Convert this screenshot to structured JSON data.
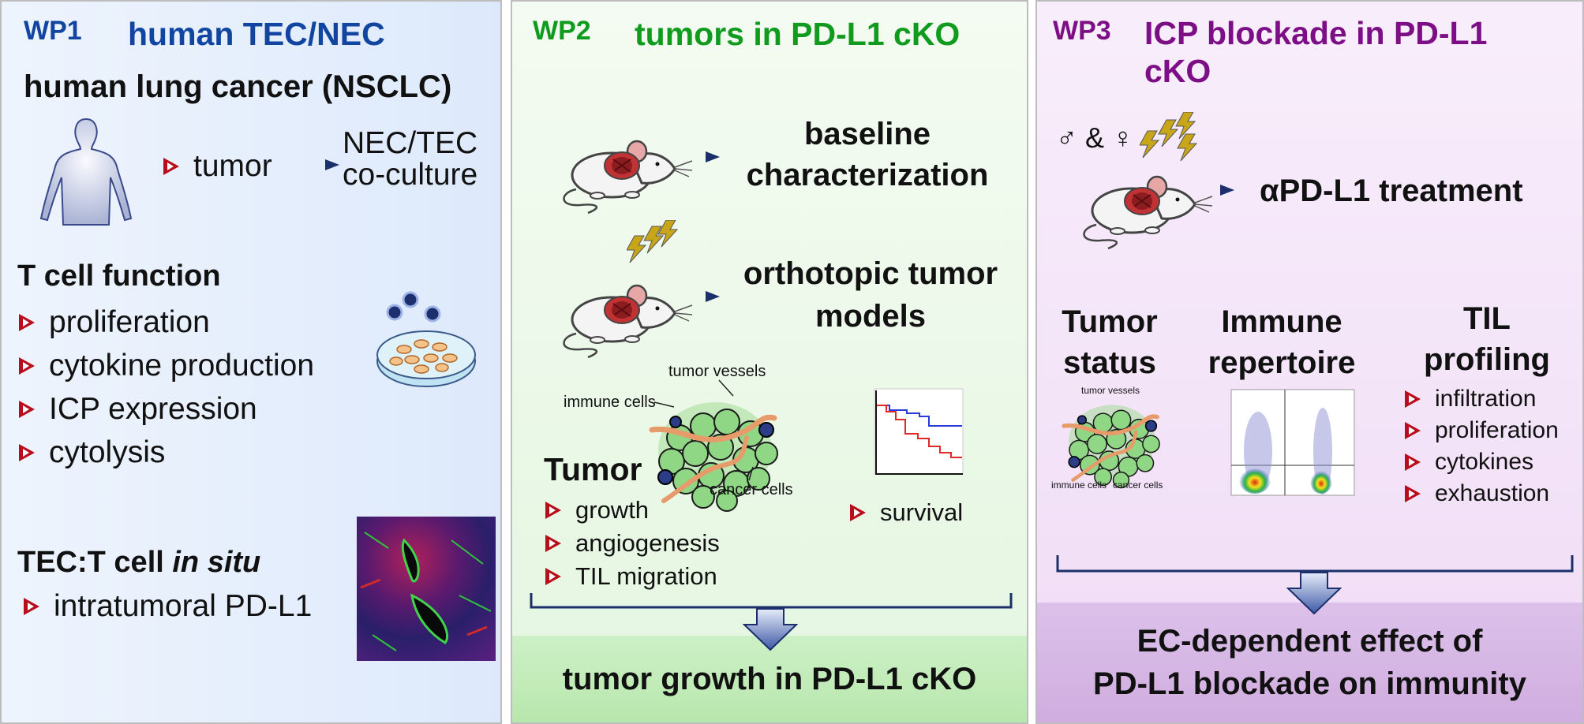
{
  "colors": {
    "wp1": "#1145a0",
    "wp2": "#109b1f",
    "wp3": "#7d0f86",
    "bullet": "#b80d1b",
    "arrow": "#1b2f6b"
  },
  "wp1": {
    "tag": "WP1",
    "title": "human TEC/NEC",
    "subtitle": "human lung cancer (NSCLC)",
    "tumor": "tumor",
    "coculture_line1": "NEC/TEC",
    "coculture_line2": "co-culture",
    "tcell_heading": "T cell function",
    "tcell_items": [
      "proliferation",
      "cytokine production",
      "ICP expression",
      "cytolysis"
    ],
    "insitu_prefix": "TEC:T cell ",
    "insitu_italic": "in situ",
    "insitu_item": "intratumoral PD-L1"
  },
  "wp2": {
    "tag": "WP2",
    "title": "tumors in PD-L1 cKO",
    "baseline_line1": "baseline",
    "baseline_line2": "characterization",
    "ortho_line1": "orthotopic tumor",
    "ortho_line2": "models",
    "label_tumor_vessels": "tumor vessels",
    "label_immune_cells": "immune cells",
    "label_cancer_cells": "cancer cells",
    "tumor_heading": "Tumor",
    "tumor_items": [
      "growth",
      "angiogenesis",
      "TIL migration"
    ],
    "survival": "survival",
    "result": "tumor growth in PD-L1 cKO"
  },
  "wp3": {
    "tag": "WP3",
    "title_line1": "ICP blockade in PD-L1",
    "title_line2": "cKO",
    "sex_symbols": "♂ & ♀",
    "treatment": "αPD-L1 treatment",
    "col1_line1": "Tumor",
    "col1_line2": "status",
    "col2_line1": "Immune",
    "col2_line2": "repertoire",
    "col3_line1": "TIL",
    "col3_line2": "profiling",
    "label_tumor_vessels": "tumor vessels",
    "label_immune_cells": "immune cells",
    "label_cancer_cells": "cancer cells",
    "til_items": [
      "infiltration",
      "proliferation",
      "cytokines",
      "exhaustion"
    ],
    "result_line1": "EC-dependent effect of",
    "result_line2": "PD-L1 blockade on immunity"
  }
}
